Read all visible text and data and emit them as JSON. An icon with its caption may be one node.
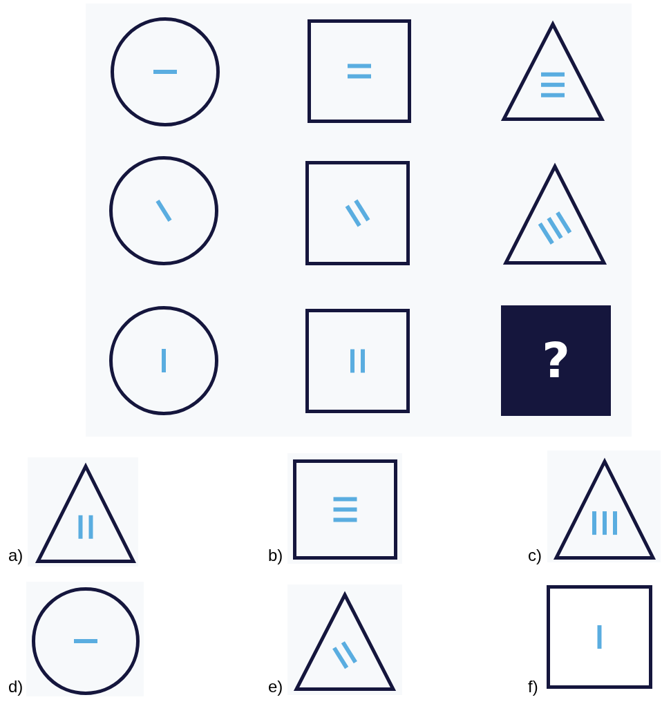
{
  "diagram": {
    "nodes": [
      {
        "text": [],
        "shape": "circle"
      },
      {
        "text": [],
        "shape": "box"
      },
      {
        "text": [],
        "shape": "triangle"
      },
      {
        "text": [],
        "shape": "circle"
      },
      {
        "text": [],
        "shape": "box"
      },
      {
        "text": [],
        "shape": "triangle"
      },
      {
        "text": [],
        "shape": "circle"
      },
      {
        "text": [],
        "shape": "box"
      },
      {
        "text": [
          "?"
        ]
      },
      {
        "text": [],
        "shape": "triangle",
        "beside": [
          "a)"
        ]
      },
      {
        "text": [],
        "shape": "box",
        "beside": [
          "b)"
        ]
      },
      {
        "text": [],
        "shape": "triangle",
        "beside": [
          "c)"
        ]
      },
      {
        "text": [],
        "shape": "circle",
        "beside": [
          "d)"
        ]
      },
      {
        "text": [],
        "shape": "triangle",
        "beside": [
          "e)"
        ]
      },
      {
        "text": [],
        "shape": "box",
        "beside": [
          "f)"
        ]
      }
    ],
    "edges": []
  }
}
